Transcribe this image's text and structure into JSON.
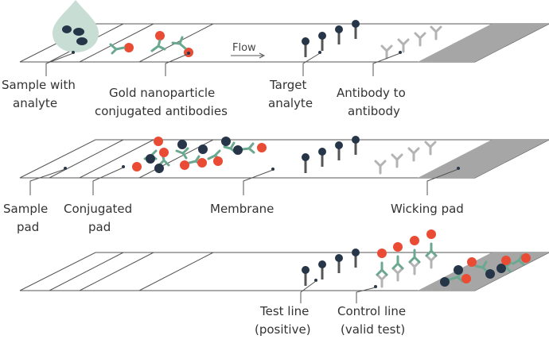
{
  "colors": {
    "navy": "#263548",
    "red": "#e94b35",
    "green": "#6aa890",
    "grey": "#b3b3b3",
    "darkgrey": "#555555",
    "wick": "#a6a6a6",
    "drop": "#c8ddd3",
    "line": "#555555"
  },
  "labels": {
    "sample_with_analyte": [
      "Sample with",
      "analyte"
    ],
    "gold_nanoparticle": [
      "Gold nanoparticle",
      "conjugated antibodies"
    ],
    "flow": "Flow",
    "target_analyte": [
      "Target",
      "analyte"
    ],
    "antibody_to_antibody": [
      "Antibody to",
      "antibody"
    ],
    "sample_pad": [
      "Sample",
      "pad"
    ],
    "conjugated_pad": [
      "Conjugated",
      "pad"
    ],
    "membrane": "Membrane",
    "wicking_pad": "Wicking pad",
    "test_line": [
      "Test line",
      "(positive)"
    ],
    "control_line": [
      "Control line",
      "(valid test)"
    ]
  }
}
